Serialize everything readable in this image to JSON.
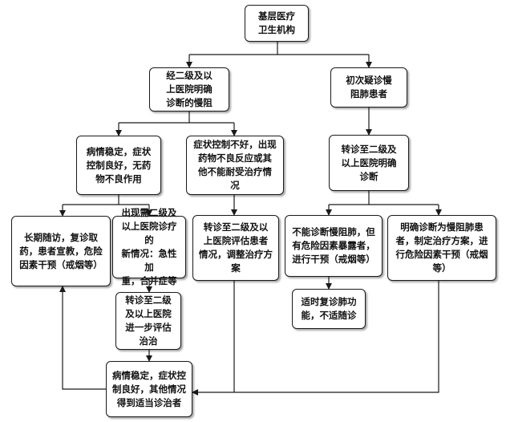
{
  "nodes": {
    "n1": "基层医疗\n卫生机构",
    "n2": "经二级及以\n上医院明确\n诊断的慢阻",
    "n3": "初次疑诊慢\n阻肺患者",
    "n4": "病情稳定，症状\n控制良好，无药\n物不良作用",
    "n5": "症状控制不好，出现\n药物不良反应或其\n他不能耐受治疗情\n况",
    "n6": "转诊至二级及\n以上医院明确\n诊断",
    "n7": "长期随访，复诊取\n药，患者宣教，危险\n因素干预（戒烟等）",
    "n8": "出现需二级及\n以上医院诊疗的\n新情况：急性加\n重，合并症等",
    "n9": "转诊至二级及以\n上医院评估患者\n情况，调整治疗方\n案",
    "n10": "不能诊断慢阻肺，但\n有危险因素暴露者，\n进行干预（戒烟等）",
    "n11": "明确诊断为慢阻肺患\n者，制定治疗方案，进\n行危险因素干预（戒烟\n等）",
    "n12": "转诊至二级\n及以上医院\n进一步评估\n治治",
    "n13": "适时复诊肺功\n能，不适随诊",
    "n14": "病情稳定，症状控\n制良好，其他情况\n得到适当诊治者"
  }
}
